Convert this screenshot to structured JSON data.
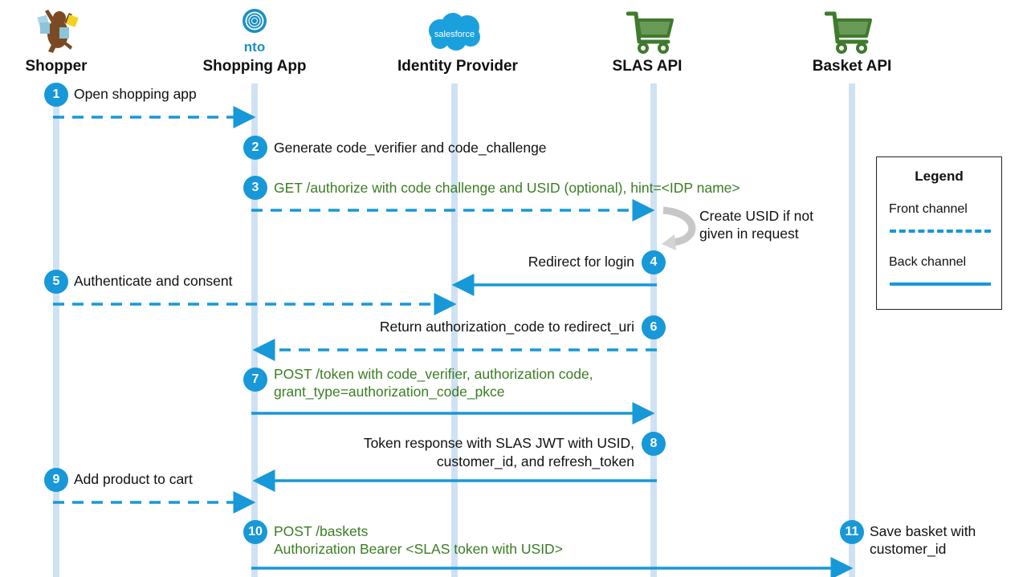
{
  "actors": [
    {
      "id": "shopper",
      "label": "Shopper",
      "icon": "bear-shopper-icon"
    },
    {
      "id": "app",
      "label": "Shopping App",
      "icon": "nto-logo-icon",
      "logo_text": "nto"
    },
    {
      "id": "idp",
      "label": "Identity Provider",
      "icon": "salesforce-cloud-icon",
      "logo_text": "salesforce"
    },
    {
      "id": "slas",
      "label": "SLAS API",
      "icon": "shopping-cart-icon"
    },
    {
      "id": "basket",
      "label": "Basket API",
      "icon": "shopping-cart-icon"
    }
  ],
  "steps": [
    {
      "n": "1",
      "text": [
        "Open shopping app"
      ],
      "from": "shopper",
      "to": "app",
      "channel": "front",
      "color": "black"
    },
    {
      "n": "2",
      "text": [
        "Generate code_verifier and code_challenge"
      ],
      "from": "app",
      "to": null,
      "channel": null,
      "color": "black"
    },
    {
      "n": "3",
      "text": [
        "GET /authorize with code challenge and USID (optional), hint=<IDP name>"
      ],
      "from": "app",
      "to": "slas",
      "channel": "front",
      "color": "green"
    },
    {
      "n": "4",
      "text": [
        "Redirect for login"
      ],
      "from": "slas",
      "to": "idp",
      "channel": "back",
      "color": "black"
    },
    {
      "n": "5",
      "text": [
        "Authenticate and consent"
      ],
      "from": "shopper",
      "to": "idp",
      "channel": "front",
      "color": "black"
    },
    {
      "n": "6",
      "text": [
        "Return authorization_code to redirect_uri"
      ],
      "from": "slas",
      "to": "app",
      "channel": "front",
      "color": "black"
    },
    {
      "n": "7",
      "text": [
        "POST /token with code_verifier, authorization code,",
        "grant_type=authorization_code_pkce"
      ],
      "from": "app",
      "to": "slas",
      "channel": "back",
      "color": "green"
    },
    {
      "n": "8",
      "text": [
        "Token response with SLAS JWT with USID,",
        "customer_id, and refresh_token"
      ],
      "from": "slas",
      "to": "app",
      "channel": "back",
      "color": "black"
    },
    {
      "n": "9",
      "text": [
        "Add product to cart"
      ],
      "from": "shopper",
      "to": "app",
      "channel": "front",
      "color": "black"
    },
    {
      "n": "10",
      "text": [
        "POST /baskets",
        "Authorization Bearer <SLAS token with USID>"
      ],
      "from": "app",
      "to": "basket",
      "channel": "back",
      "color": "green"
    },
    {
      "n": "11",
      "text": [
        "Save basket with",
        "customer_id"
      ],
      "from": "basket",
      "to": null,
      "channel": null,
      "color": "black"
    }
  ],
  "self_note": {
    "text": [
      "Create USID if not",
      "given in request"
    ],
    "icon": "curved-return-arrow-icon"
  },
  "legend": {
    "title": "Legend",
    "items": [
      {
        "label": "Front channel",
        "style": "dashed"
      },
      {
        "label": "Back channel",
        "style": "solid"
      }
    ]
  },
  "colors": {
    "arrow": "#1798d8",
    "badge": "#1798d8",
    "lifeline": "#cfe2f3",
    "green_text": "#3b7d23",
    "cart": "#3f7a2d",
    "cart_fill": "#6a9a58"
  }
}
